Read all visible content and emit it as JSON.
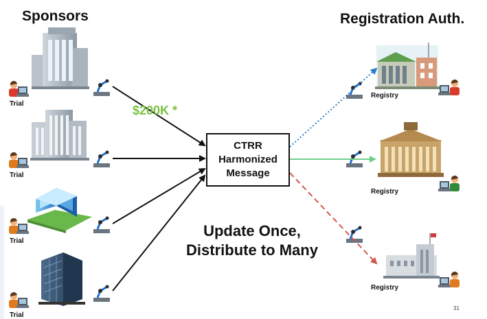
{
  "headings": {
    "sponsors": "Sponsors",
    "registration": "Registration Auth."
  },
  "center_box": {
    "line1": "CTRR",
    "line2": "Harmonized",
    "line3": "Message"
  },
  "cost_label": "$200K *",
  "tagline": {
    "line1": "Update Once,",
    "line2": "Distribute to Many"
  },
  "trial_labels": [
    "Trial",
    "Trial",
    "Trial",
    "Trial"
  ],
  "registry_labels": [
    "Registry",
    "Registry",
    "Registry"
  ],
  "page_number": "31",
  "colors": {
    "cost_green": "#7ac142",
    "arrow_dotted_blue": "#2a7fc9",
    "arrow_green": "#6fcf8a",
    "arrow_dashed_red": "#d2574a"
  },
  "icons": {
    "sponsor_buildings": [
      "grey-glass-office-building",
      "grey-office-towers",
      "blue-glass-building-on-lawn",
      "dark-glass-tower"
    ],
    "registry_buildings": [
      "colorful-civic-building",
      "classical-columned-building",
      "grey-factory-building"
    ],
    "person_at_computer": "person-at-computer-icon",
    "robot_arm": "robot-arm-icon"
  }
}
